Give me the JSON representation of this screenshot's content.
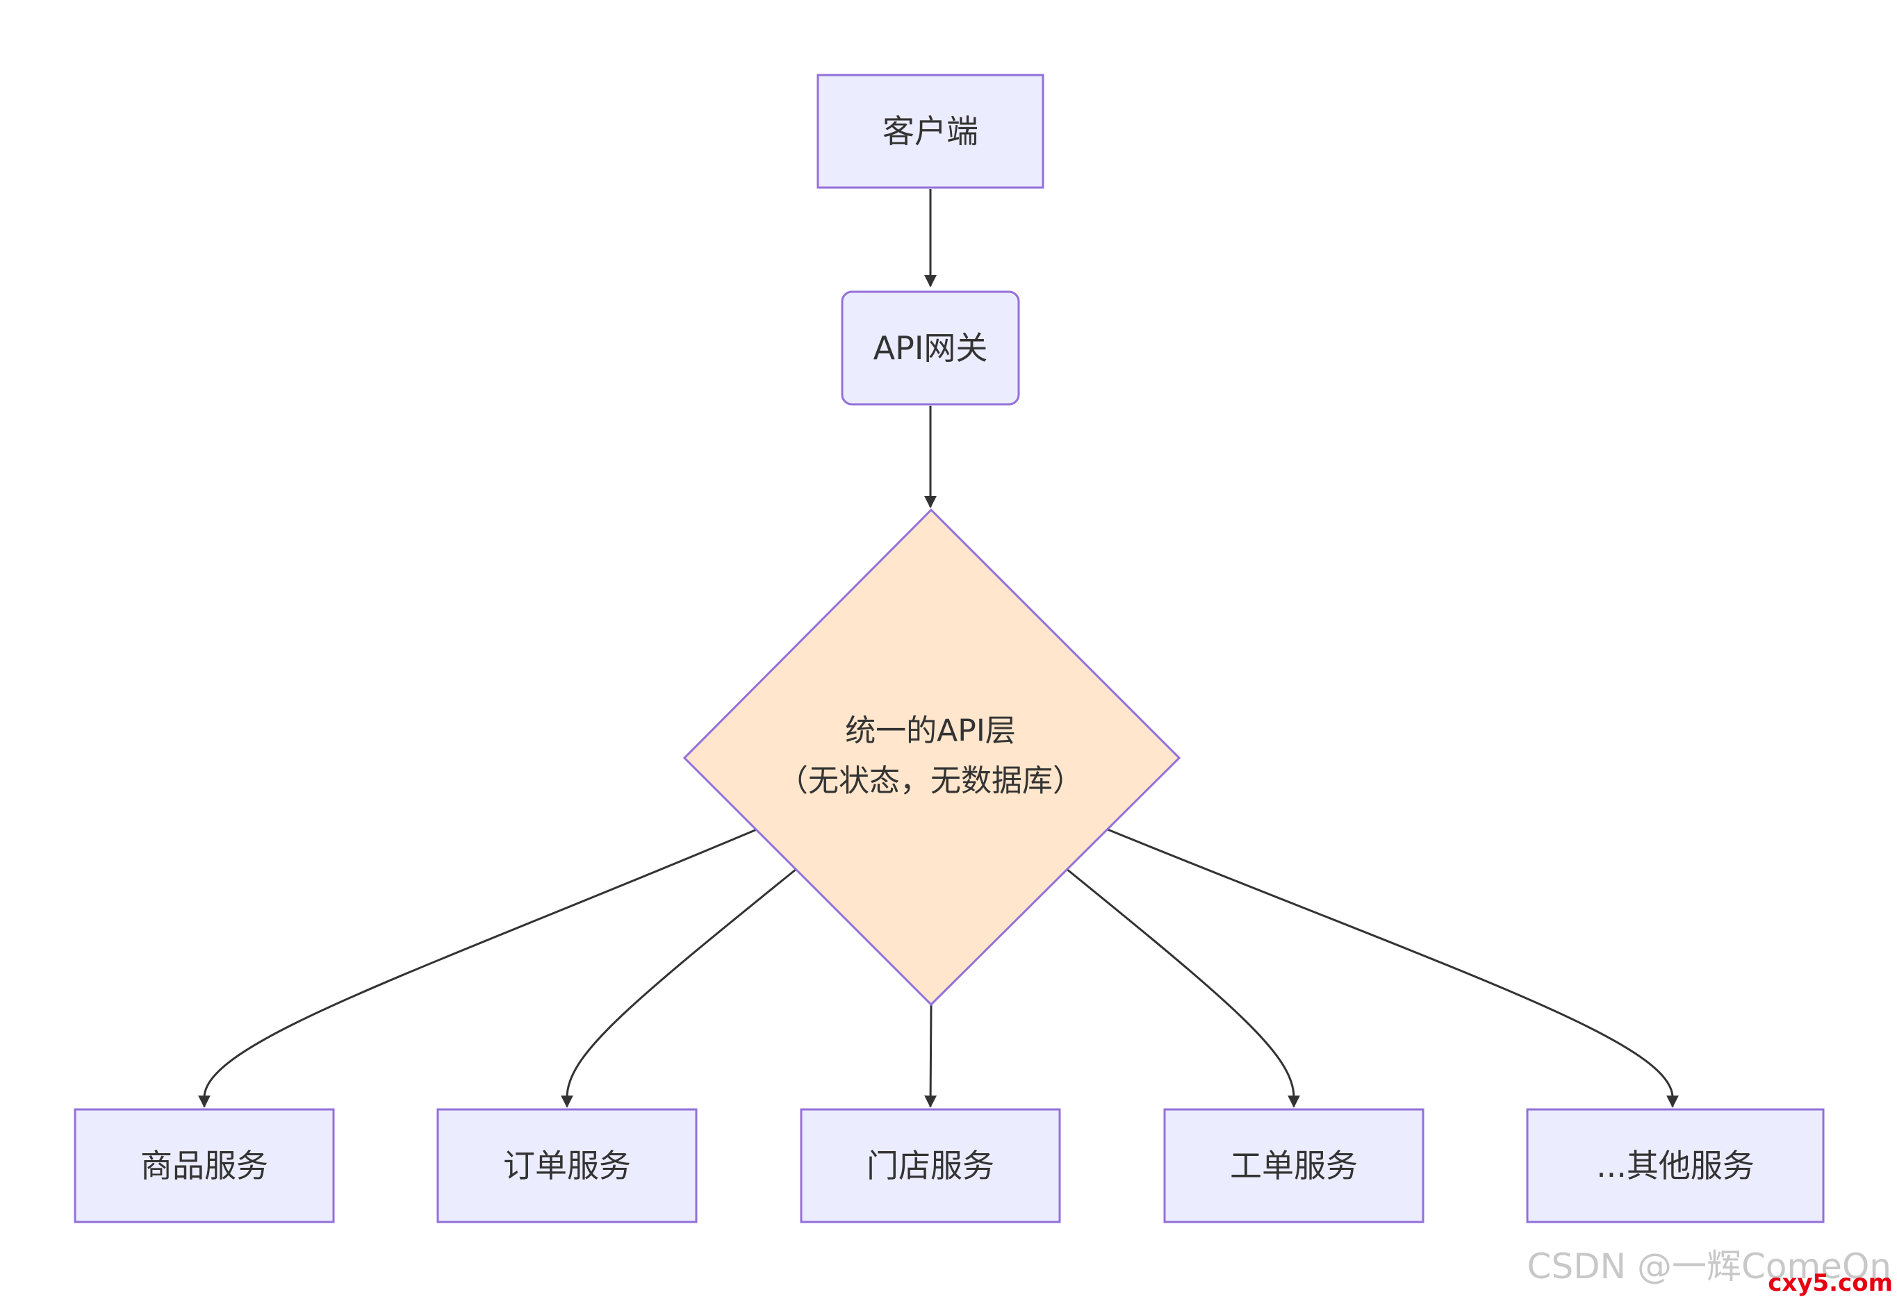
{
  "nodes": {
    "client": "客户端",
    "gateway": "API网关",
    "unified_line1": "统一的API层",
    "unified_line2": "（无状态，无数据库）",
    "service_product": "商品服务",
    "service_order": "订单服务",
    "service_store": "门店服务",
    "service_ticket": "工单服务",
    "service_other": "...其他服务"
  },
  "watermark": {
    "author": "CSDN @一辉ComeOn",
    "site": "cxy5.com"
  },
  "colors": {
    "box_fill": "#ececff",
    "box_stroke": "#9370db",
    "decision_fill": "#ffe6cc",
    "edge": "#333333",
    "text": "#333333",
    "watermark_gray": "#c8c8c8",
    "watermark_red": "#e60012"
  }
}
